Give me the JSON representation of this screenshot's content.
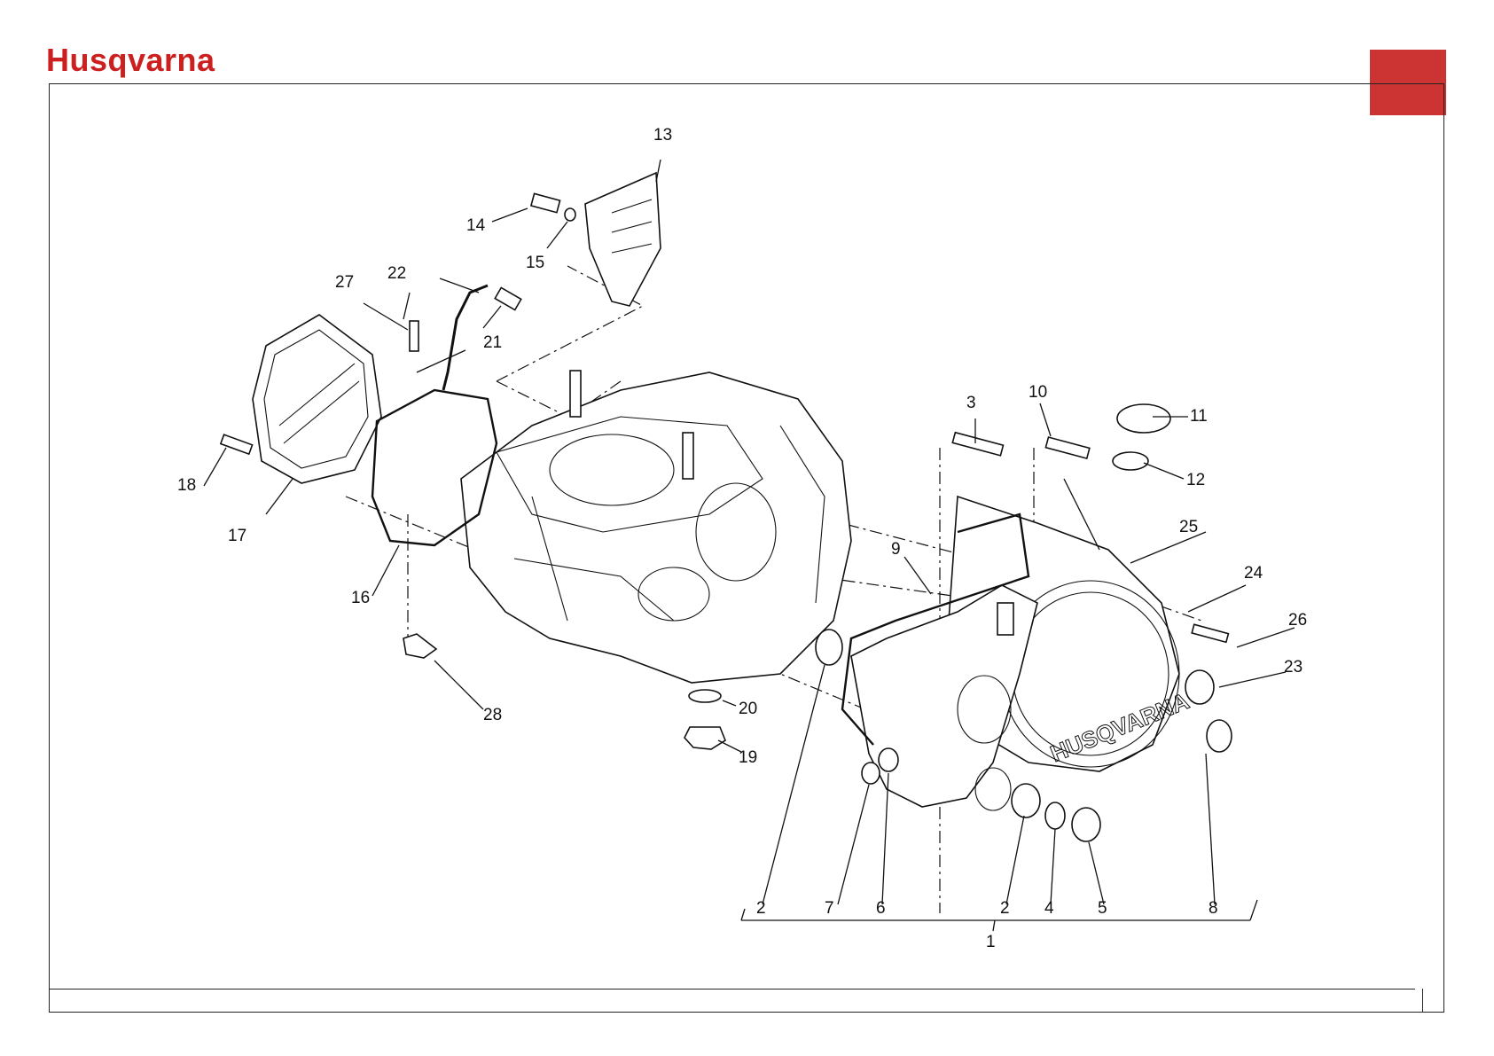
{
  "header": {
    "brand": "Husqvarna",
    "accent_color": "#cc1f1f",
    "tab_color": "#cc3333"
  },
  "diagram": {
    "callouts": [
      {
        "id": "p1",
        "label": "1"
      },
      {
        "id": "p2a",
        "label": "2"
      },
      {
        "id": "p2b",
        "label": "2"
      },
      {
        "id": "p3",
        "label": "3"
      },
      {
        "id": "p4",
        "label": "4"
      },
      {
        "id": "p5",
        "label": "5"
      },
      {
        "id": "p6",
        "label": "6"
      },
      {
        "id": "p7",
        "label": "7"
      },
      {
        "id": "p8",
        "label": "8"
      },
      {
        "id": "p9",
        "label": "9"
      },
      {
        "id": "p10",
        "label": "10"
      },
      {
        "id": "p11",
        "label": "11"
      },
      {
        "id": "p12",
        "label": "12"
      },
      {
        "id": "p13",
        "label": "13"
      },
      {
        "id": "p14",
        "label": "14"
      },
      {
        "id": "p15",
        "label": "15"
      },
      {
        "id": "p16",
        "label": "16"
      },
      {
        "id": "p17",
        "label": "17"
      },
      {
        "id": "p18",
        "label": "18"
      },
      {
        "id": "p19",
        "label": "19"
      },
      {
        "id": "p20",
        "label": "20"
      },
      {
        "id": "p21",
        "label": "21"
      },
      {
        "id": "p22",
        "label": "22"
      },
      {
        "id": "p23",
        "label": "23"
      },
      {
        "id": "p24",
        "label": "24"
      },
      {
        "id": "p25",
        "label": "25"
      },
      {
        "id": "p26",
        "label": "26"
      },
      {
        "id": "p27",
        "label": "27"
      },
      {
        "id": "p28",
        "label": "28"
      }
    ],
    "cover_lettering": "HUSQVARNA"
  }
}
